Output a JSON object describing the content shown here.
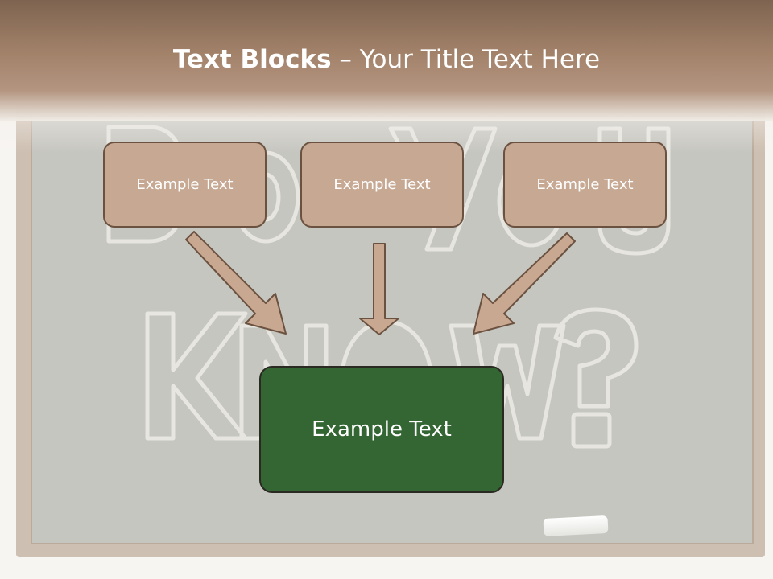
{
  "slide": {
    "title_bold": "Text Blocks",
    "title_rest": " – Your Title Text Here"
  },
  "blocks": {
    "top_left": "Example Text",
    "top_center": "Example Text",
    "top_right": "Example Text",
    "main": "Example Text"
  },
  "colors": {
    "header_brown": "#7e6450",
    "box_tan": "#c6a893",
    "box_border": "#6b5240",
    "main_green": "#346633",
    "arrow_fill": "#c9a892",
    "chalkboard": "#c6c6c0"
  },
  "background": {
    "chalk_art": "Do you know?"
  }
}
